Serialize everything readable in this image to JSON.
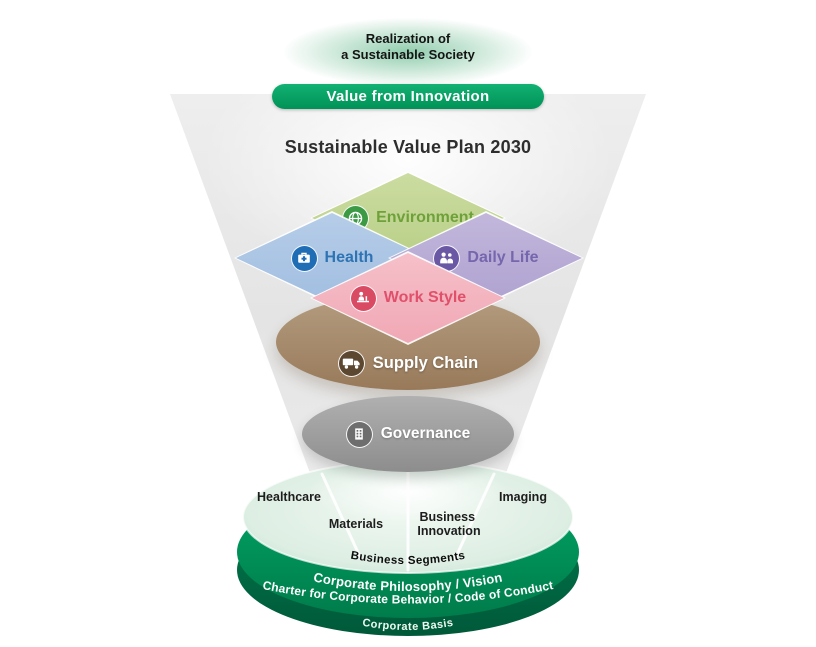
{
  "colors": {
    "brand_green": "#00935a",
    "banner_green_light": "#12b173",
    "environment_green": "#6fa13a",
    "health_blue": "#2e74b5",
    "daily_life_purple": "#7566ad",
    "work_style_pink": "#e0506a",
    "supply_chain_brown": "#987a5a",
    "governance_gray": "#8d8d8d",
    "basis_band_green": "#008c55",
    "disc_top_green": "#ddeee3"
  },
  "vision": {
    "line1": "Realization of",
    "line2": "a Sustainable Society"
  },
  "banner": {
    "label": "Value from Innovation"
  },
  "plan": {
    "title": "Sustainable Value Plan 2030"
  },
  "priority_areas": [
    {
      "label": "Environment",
      "icon": "globe-icon",
      "color": "#6fa13a"
    },
    {
      "label": "Health",
      "icon": "first-aid-kit-icon",
      "color": "#2e74b5"
    },
    {
      "label": "Daily Life",
      "icon": "people-icon",
      "color": "#7566ad"
    },
    {
      "label": "Work Style",
      "icon": "worker-icon",
      "color": "#e0506a"
    }
  ],
  "management_foundation": [
    {
      "label": "Supply Chain",
      "icon": "truck-icon",
      "color": "#987a5a"
    },
    {
      "label": "Governance",
      "icon": "building-icon",
      "color": "#8d8d8d"
    }
  ],
  "business_segments": {
    "band_label": "Business Segments",
    "items": [
      "Healthcare",
      "Materials",
      "Business Innovation",
      "Imaging"
    ],
    "business_innovation_line1": "Business",
    "business_innovation_line2": "Innovation"
  },
  "corporate_basis": {
    "line1": "Corporate Philosophy / Vision",
    "line2": "Charter for Corporate Behavior / Code of Conduct",
    "label": "Corporate Basis"
  }
}
